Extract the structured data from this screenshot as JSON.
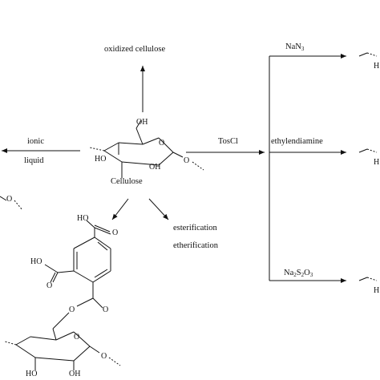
{
  "labels": {
    "oxidized": "oxidized cellulose",
    "ionic": "ionic",
    "liquid": "liquid",
    "tos": "TosCl",
    "ethylenediamine": "ethylendiamine",
    "ester": "esterification",
    "ether": "etherification",
    "cellulose": "Cellulose",
    "nan3_main": "NaN",
    "nan3_sub": "3",
    "na2s2o3_a": "Na",
    "na2s2o3_b": "2",
    "na2s2o3_c": "S",
    "na2s2o3_d": "2",
    "na2s2o3_e": "O",
    "na2s2o3_f": "3"
  },
  "atoms": {
    "oh_top": "OH",
    "o_ring": "O",
    "o_glyc": "O",
    "ho_left": "HO",
    "oh_bottom": "OH",
    "ho_acid": "HO",
    "o_acid": "O",
    "ho_acid2": "HO",
    "o_acid2": "O",
    "o_ester": "O",
    "o_ester_carbonyl": "O",
    "o_ring2": "O",
    "o_glyc2": "O",
    "ho_left2": "HO",
    "oh_bottom2": "OH",
    "o_left_partial": "O",
    "h_r1": "H",
    "h_r2": "H",
    "h_r3": "H"
  }
}
